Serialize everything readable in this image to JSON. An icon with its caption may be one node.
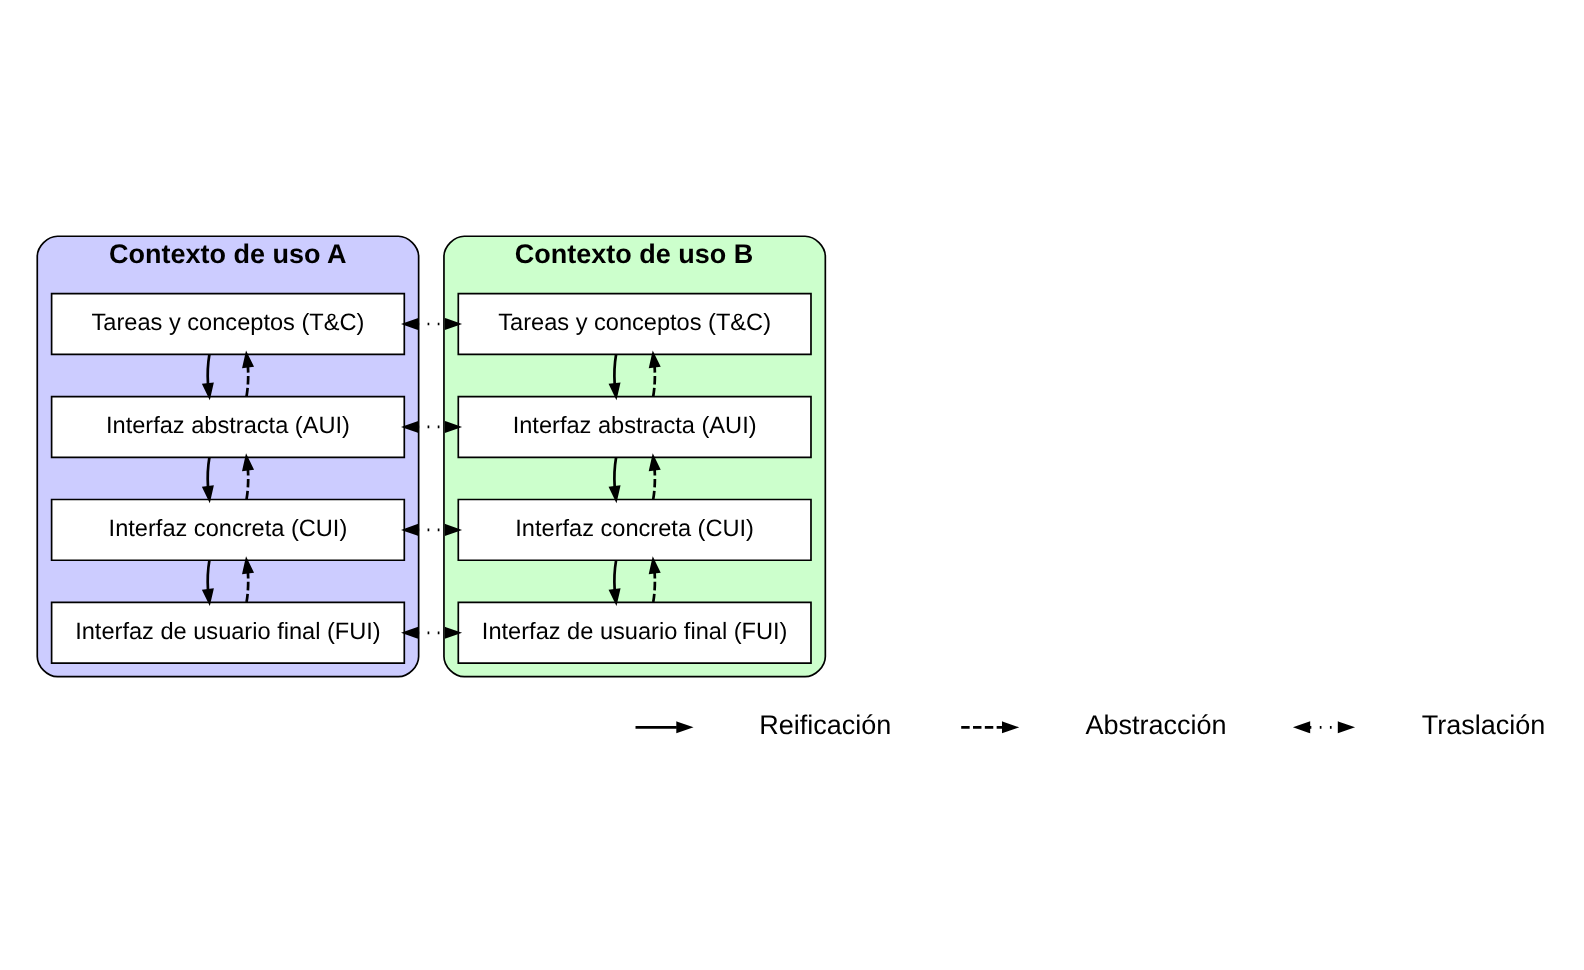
{
  "diagram": {
    "nodes": [
      {
        "text": [
          "Contexto de uso A"
        ]
      },
      {
        "text": [
          "Tareas y conceptos (T&C)"
        ],
        "in": 0
      },
      {
        "text": [
          "Interfaz abstracta (AUI)"
        ],
        "in": 0
      },
      {
        "text": [
          "Interfaz concreta (CUI)"
        ],
        "in": 0
      },
      {
        "text": [
          "Interfaz de usuario final (FUI)"
        ],
        "in": 0
      },
      {
        "text": [
          "Contexto de uso B"
        ]
      },
      {
        "text": [
          "Tareas y conceptos (T&C)"
        ],
        "in": 5
      },
      {
        "text": [
          "Interfaz abstracta (AUI)"
        ],
        "in": 5
      },
      {
        "text": [
          "Interfaz concreta (CUI)"
        ],
        "in": 5
      },
      {
        "text": [
          "Interfaz de usuario final (FUI)"
        ],
        "in": 5
      }
    ],
    "edges": [
      {
        "from": 1,
        "to": 6,
        "arrow": "both",
        "style": "dashed"
      },
      {
        "from": 1,
        "to": 2,
        "arrow": "to"
      },
      {
        "from": 2,
        "to": 1,
        "arrow": "to",
        "style": "dashed"
      },
      {
        "from": 6,
        "to": 7,
        "arrow": "to"
      },
      {
        "from": 7,
        "to": 6,
        "arrow": "to",
        "style": "dashed"
      },
      {
        "from": 2,
        "to": 7,
        "arrow": "both",
        "style": "dashed"
      },
      {
        "from": 2,
        "to": 3,
        "arrow": "to"
      },
      {
        "from": 3,
        "to": 2,
        "arrow": "to",
        "style": "dashed"
      },
      {
        "from": 7,
        "to": 8,
        "arrow": "to"
      },
      {
        "from": 8,
        "to": 7,
        "arrow": "to",
        "style": "dashed"
      },
      {
        "from": 3,
        "to": 8,
        "arrow": "both",
        "style": "dashed"
      },
      {
        "from": 3,
        "to": 4,
        "arrow": "to"
      },
      {
        "from": 4,
        "to": 3,
        "arrow": "to",
        "style": "dashed"
      },
      {
        "from": 8,
        "to": 9,
        "arrow": "to"
      },
      {
        "from": 9,
        "to": 8,
        "arrow": "to",
        "style": "dashed"
      },
      {
        "from": 4,
        "to": 9,
        "arrow": "both",
        "style": "dashed"
      }
    ],
    "legend": [
      {
        "text": "Reificación"
      },
      {
        "text": "Abstracción"
      },
      {
        "text": "Traslación"
      }
    ]
  }
}
